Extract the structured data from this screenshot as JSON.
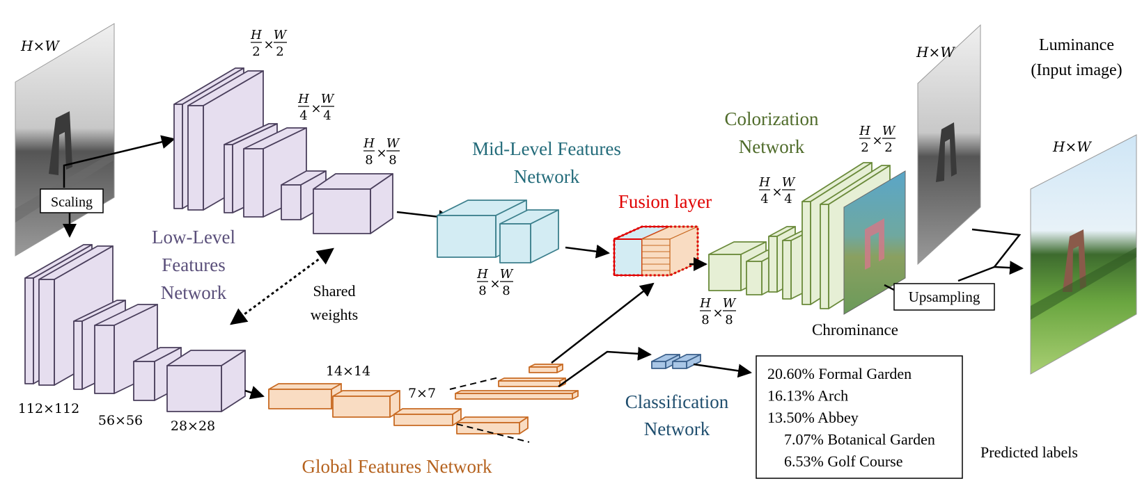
{
  "colors": {
    "low": "#e6deef",
    "low_edge": "#4a3f5c",
    "mid": "#d3ecf3",
    "mid_edge": "#3b7f8c",
    "glob": "#f9dcc2",
    "glob_edge": "#c86a22",
    "col": "#e6efd5",
    "col_edge": "#6a8a3a",
    "fusion_edge": "#e00000",
    "cls": "#a9c6e6",
    "cls_edge": "#3a5f8a",
    "title_low": "#5a4f7a",
    "title_mid": "#236b7a",
    "title_col": "#4f6b2a",
    "title_fusion": "#e00000",
    "title_glob": "#b5621e",
    "title_cls": "#1f4e6e"
  },
  "labels": {
    "low_title": [
      "Low-Level",
      "Features",
      "Network"
    ],
    "mid_title": [
      "Mid-Level Features",
      "Network"
    ],
    "col_title": [
      "Colorization",
      "Network"
    ],
    "fusion_title": "Fusion layer",
    "glob_title": "Global Features Network",
    "cls_title": [
      "Classification",
      "Network"
    ],
    "shared": [
      "Shared",
      "weights"
    ],
    "scaling": "Scaling",
    "upsampling": "Upsampling",
    "chrominance": "Chrominance",
    "luminance": [
      "Luminance",
      "(Input image)"
    ],
    "predicted": "Predicted labels"
  },
  "dims": {
    "hw": "H×W",
    "h": "H",
    "w": "W",
    "x": "×",
    "d2": "2",
    "d4": "4",
    "d8": "8",
    "s112": "112×112",
    "s56": "56×56",
    "s28": "28×28",
    "s14": "14×14",
    "s7": "7×7"
  },
  "predictions": [
    "20.60% Formal Garden",
    "16.13% Arch",
    "13.50% Abbey",
    "7.07% Botanical Garden",
    "6.53% Golf Course"
  ]
}
